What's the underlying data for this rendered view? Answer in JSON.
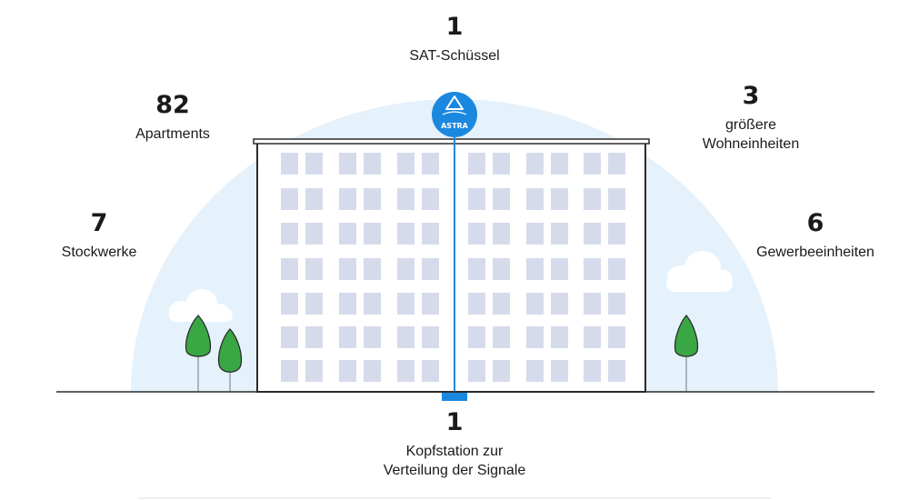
{
  "stats": {
    "dish": {
      "value": "1",
      "label": "SAT-Schüssel"
    },
    "apartments": {
      "value": "82",
      "label": "Apartments"
    },
    "larger_units": {
      "value": "3",
      "label_line1": "größere",
      "label_line2": "Wohneinheiten"
    },
    "floors": {
      "value": "7",
      "label": "Stockwerke"
    },
    "commercial": {
      "value": "6",
      "label": "Gewerbeeinheiten"
    },
    "headend": {
      "value": "1",
      "label_line1": "Kopfstation zur",
      "label_line2": "Verteilung der Signale"
    }
  },
  "logo": {
    "text": "ASTRA"
  },
  "colors": {
    "sky": "#e5f1fb",
    "window": "#d6dbec",
    "accent": "#1b88e0",
    "tree_green": "#3aa745",
    "outline": "#2b2b2b"
  }
}
